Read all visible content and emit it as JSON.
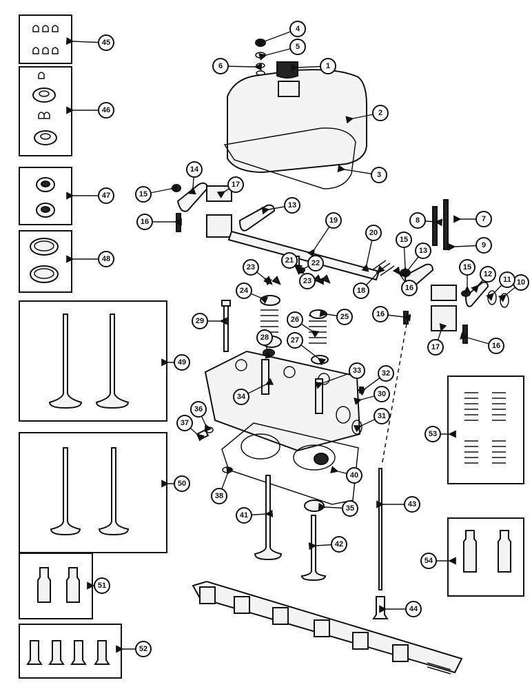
{
  "callouts": [
    "1",
    "2",
    "3",
    "4",
    "5",
    "6",
    "7",
    "8",
    "9",
    "10",
    "11",
    "12",
    "13",
    "13",
    "14",
    "15",
    "15",
    "15",
    "16",
    "16",
    "16",
    "16",
    "17",
    "17",
    "18",
    "19",
    "20",
    "21",
    "22",
    "23",
    "23",
    "24",
    "25",
    "26",
    "27",
    "28",
    "29",
    "30",
    "31",
    "32",
    "33",
    "34",
    "35",
    "36",
    "37",
    "38",
    "40",
    "41",
    "42",
    "43",
    "44",
    "45",
    "46",
    "47",
    "48",
    "49",
    "50",
    "51",
    "52",
    "53",
    "54"
  ],
  "colors": {
    "ink": "#111111",
    "paper": "#ffffff"
  }
}
